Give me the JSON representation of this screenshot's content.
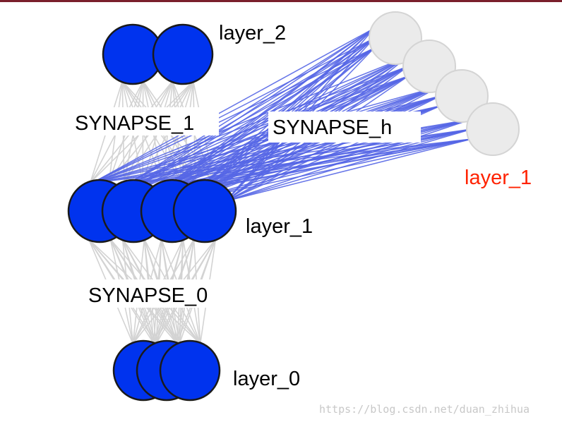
{
  "labels": {
    "layer_2": "layer_2",
    "synapse_1": "SYNAPSE_1",
    "synapse_h": "SYNAPSE_h",
    "layer_1_hidden": "layer_1",
    "layer_1_prev": "layer_1",
    "synapse_0": "SYNAPSE_0",
    "layer_0": "layer_0"
  },
  "watermark": "https://blog.csdn.net/duan_zhihua",
  "colors": {
    "node_active": "#0033ee",
    "node_outline": "#1a1a1a",
    "node_ghost": "#ebebeb",
    "node_ghost_outline": "#d4d4d4",
    "edge_gray": "#d3d3d3",
    "edge_blue": "#5566e6",
    "label_highlight": "#ff2200",
    "top_rule": "#7a1f2b"
  },
  "layers": {
    "layer_0": {
      "node_count": 3
    },
    "layer_1": {
      "node_count": 4
    },
    "layer_2": {
      "node_count": 2
    },
    "layer_1_prev": {
      "node_count": 4
    }
  }
}
